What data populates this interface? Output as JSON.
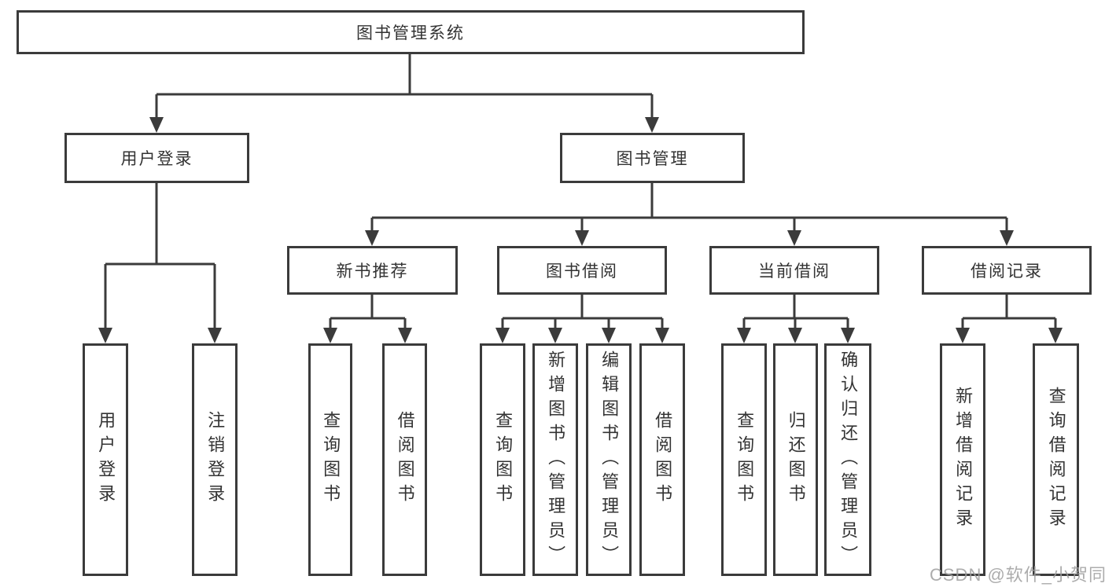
{
  "diagram": {
    "title": "图书管理系统",
    "level2": {
      "user_login": "用户登录",
      "book_management": "图书管理"
    },
    "level3": {
      "new_book_recommend": "新书推荐",
      "book_borrow": "图书借阅",
      "current_borrow": "当前借阅",
      "borrow_records": "借阅记录"
    },
    "level4": {
      "user_login": [
        "用户登录",
        "注销登录"
      ],
      "new_book_recommend": [
        "查询图书",
        "借阅图书"
      ],
      "book_borrow": [
        "查询图书",
        "新增图书（管理员）",
        "编辑图书（管理员）",
        "借阅图书"
      ],
      "current_borrow": [
        "查询图书",
        "归还图书",
        "确认归还（管理员）"
      ],
      "borrow_records": [
        "新增借阅记录",
        "查询借阅记录"
      ]
    }
  },
  "watermark": {
    "text": "CSDN @软件_小贺同学"
  },
  "colors": {
    "line": "#3b3b3b",
    "text": "#333333",
    "watermark": "#9e9e9e",
    "background": "#ffffff"
  }
}
